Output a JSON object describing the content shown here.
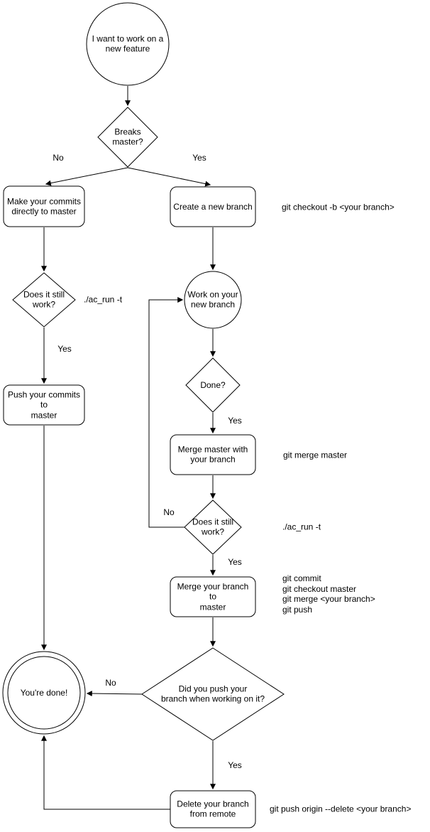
{
  "nodes": {
    "start": "I want to work on a\nnew feature",
    "breaks_master": "Breaks\nmaster?",
    "make_commits": "Make your commits\ndirectly to master",
    "create_branch": "Create a new branch",
    "still_work_left": "Does it still\nwork?",
    "push_commits": "Push your commits to\nmaster",
    "work_branch": "Work on your\nnew branch",
    "done": "Done?",
    "merge_master": "Merge master with\nyour branch",
    "still_work_right": "Does it still\nwork?",
    "merge_branch": "Merge your branch to\nmaster",
    "did_push": "Did you push your\nbranch when working on it?",
    "youre_done": "You're done!",
    "delete_branch": "Delete your branch\nfrom remote"
  },
  "edge_labels": {
    "breaks_no": "No",
    "breaks_yes": "Yes",
    "still_work_left_yes": "Yes",
    "done_yes": "Yes",
    "still_work_right_no": "No",
    "still_work_right_yes": "Yes",
    "did_push_no": "No",
    "did_push_yes": "Yes"
  },
  "annotations": {
    "checkout_branch": "git checkout -b <your branch>",
    "ac_run_left": "./ac_run -t",
    "merge_master_cmd": "git merge master",
    "ac_run_right": "./ac_run -t",
    "merge_branch_cmds": "git commit\ngit checkout master\ngit merge <your branch>\ngit push",
    "delete_remote_cmd": "git push origin --delete <your branch>"
  },
  "colors": {
    "stroke": "#000000",
    "node_fill": "#ffffff",
    "background": "#ffffff"
  }
}
